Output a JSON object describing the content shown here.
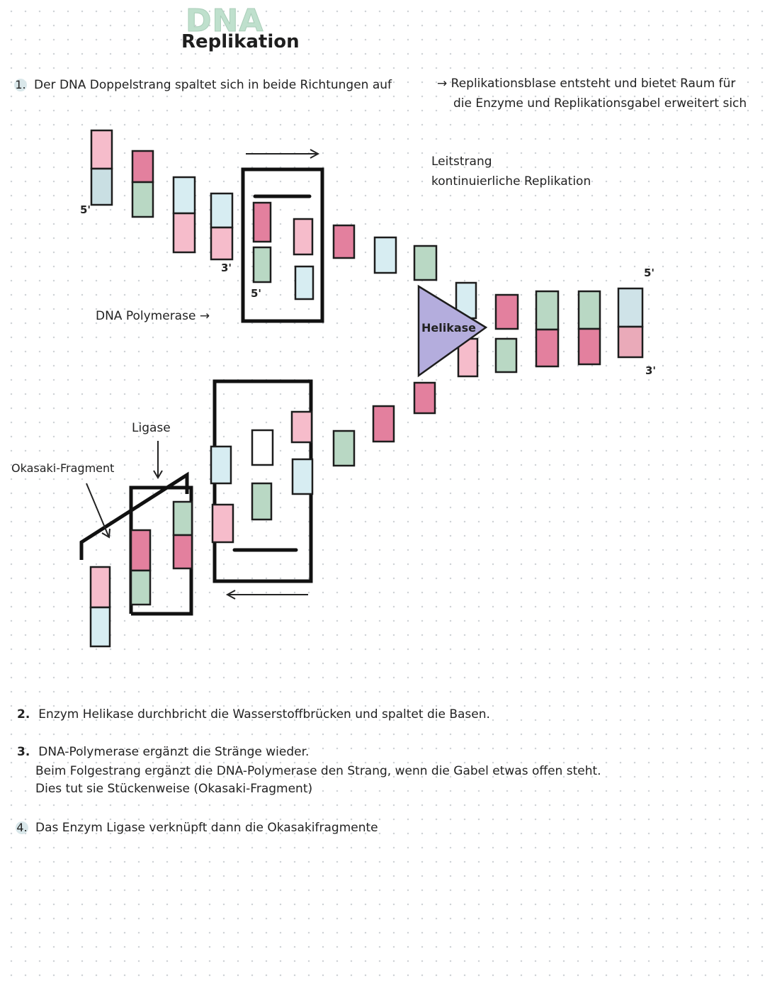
{
  "title": {
    "line1": "DNA",
    "line2": "Replikation"
  },
  "step1": {
    "num": "1.",
    "text": "Der DNA Doppelstrang spaltet sich in beide Richtungen auf",
    "arrow": "→",
    "result_line1": "Replikationsblase entsteht und bietet Raum für",
    "result_line2": "die Enzyme und Replikationsgabel erweitert sich"
  },
  "labels": {
    "five_prime_a": "5'",
    "three_prime_a": "3'",
    "five_prime_b": "5'",
    "five_prime_right": "5'",
    "three_prime_right": "3'",
    "leitstrang": "Leitstrang",
    "leitstrang_sub": "kontinuierliche Replikation",
    "dna_polymerase": "DNA Polymerase →",
    "helikase": "Helikase",
    "ligase": "Ligase",
    "okasaki": "Okasaki-Fragment"
  },
  "colors": {
    "pink": "#f6bccb",
    "dark_pink": "#e3809e",
    "green": "#b9d8c4",
    "blue": "#d7edf2",
    "helikase": "#b4addd",
    "title_green": "#bfe0cd"
  },
  "steps": [
    {
      "num": "2.",
      "text": "Enzym Helikase durchbricht die Wasserstoffbrücken und spaltet die Basen."
    },
    {
      "num": "3.",
      "text": "DNA-Polymerase ergänzt die Stränge wieder.",
      "line2": "Beim Folgestrang ergänzt die DNA-Polymerase den Strang, wenn die Gabel etwas offen steht.",
      "line3": "Dies tut sie Stückenweise (Okasaki-Fragment)"
    },
    {
      "num": "4.",
      "text": "Das Enzym Ligase verknüpft dann die Okasakifragmente"
    }
  ]
}
